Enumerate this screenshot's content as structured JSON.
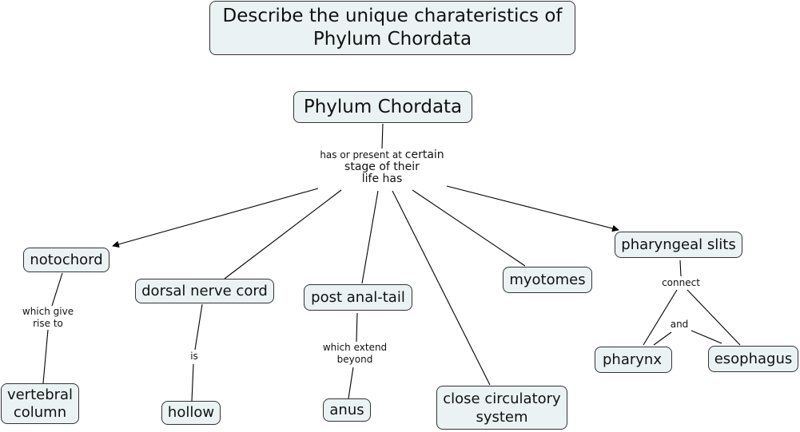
{
  "question": "Describe the unique charateristics of Phylum Chordata",
  "concepts": {
    "root": "Phylum Chordata",
    "notochord": "notochord",
    "dorsal_nerve_cord": "dorsal nerve cord",
    "post_anal_tail": "post anal-tail",
    "myotomes": "myotomes",
    "pharyngeal_slits": "pharyngeal slits",
    "close_circulatory_system": "close circulatory system",
    "vertebral_column": "vertebral column",
    "hollow": "hollow",
    "anus": "anus",
    "pharynx": "pharynx",
    "esophagus": "esophagus"
  },
  "linking_phrases": {
    "root_has_line1_small": "has or present at",
    "root_has_line1_big": "certain",
    "root_has_line2": "stage of their",
    "root_has_line3": "life has",
    "notochord_link": "which give rise to",
    "dorsal_link": "is",
    "tail_link": "which extend beyond",
    "slits_link": "connect",
    "and_link": "and"
  },
  "colors": {
    "node_fill": "#ebf2f4",
    "node_border": "#333333",
    "line": "#000000"
  }
}
